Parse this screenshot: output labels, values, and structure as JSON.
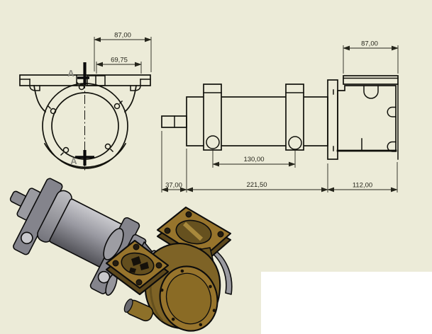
{
  "colors": {
    "background": "#ECEBD8",
    "panel": "#FFFFFF",
    "line": "#12120c",
    "dim_text": "#26261c",
    "section_label": "#8a8a80",
    "gray_mid": "#95959b",
    "gray_bracket": "#84848c",
    "gray_light": "#c9c9cd",
    "gray_dark": "#4e4e54",
    "bronze": "#97742c",
    "bronze_dark": "#5d481c",
    "bronze_body": "#7e6326"
  },
  "drawing": {
    "front_view": {
      "section_label": "A",
      "dims": {
        "flange_width": "87,00",
        "slot_width": "69,75"
      }
    },
    "side_view": {
      "dims": {
        "hole_spacing": "130,00",
        "shaft_length": "37,00",
        "body_length": "221,50"
      }
    },
    "end_view": {
      "dims": {
        "width": "87,00",
        "depth": "112,00"
      }
    }
  }
}
